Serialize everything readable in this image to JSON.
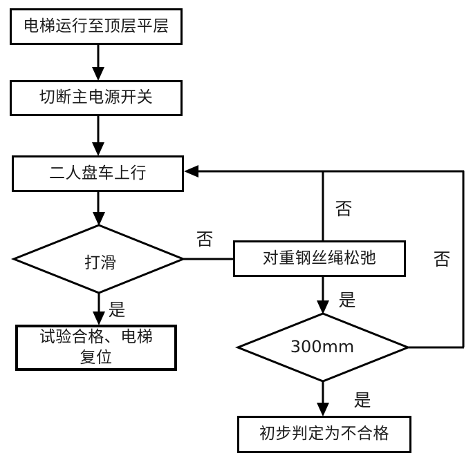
{
  "diagram": {
    "background": "#ffffff",
    "line_color": "#000000",
    "text_color": "#1b1b1b",
    "nodes": {
      "start": {
        "label": "电梯运行至顶层平层"
      },
      "cut_power": {
        "label": "切断主电源开关"
      },
      "turn_car": {
        "label": "二人盘车上行"
      },
      "slip_decision": {
        "label": "打滑"
      },
      "rope_slack": {
        "label": "对重钢丝绳松弛"
      },
      "pass_result": {
        "line1": "试验合格、电梯",
        "line2": "复位"
      },
      "gap_decision": {
        "label": "300mm"
      },
      "fail_result": {
        "label": "初步判定为不合格"
      }
    },
    "edge_labels": {
      "slip_no": "否",
      "slip_yes": "是",
      "rope_no": "否",
      "rope_yes": "是",
      "gap_no": "否",
      "gap_yes": "是"
    }
  }
}
